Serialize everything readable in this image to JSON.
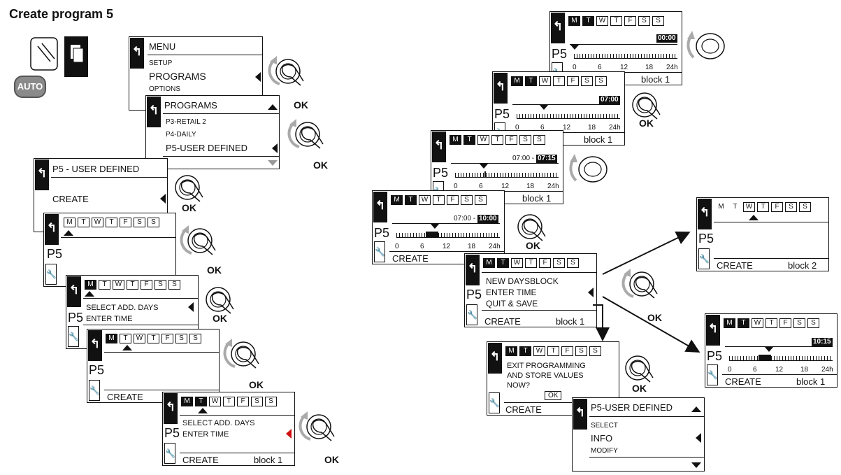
{
  "title": "Create program 5",
  "icons": {
    "auto": "AUTO",
    "back": "↰",
    "wrench": "🔧",
    "touch": "finger-touch-icon",
    "rotate": "rotary-knob-icon"
  },
  "colors": {
    "accent": "#d01010",
    "ink": "#111111",
    "grey": "#999999"
  },
  "week": {
    "mon": "M",
    "tue": "T",
    "wed": "W",
    "thu": "T",
    "fri": "F",
    "sat": "S",
    "sun": "S"
  },
  "scale": {
    "s0": "0",
    "s6": "6",
    "s12": "12",
    "s18": "18",
    "s24": "24h"
  },
  "common": {
    "ok": "OK",
    "p5": "P5",
    "create": "CREATE",
    "block1": "block 1",
    "block2": "block 2"
  },
  "menu": {
    "title": "MENU",
    "setup": "SETUP",
    "programs": "PROGRAMS",
    "options": "OPTIONS"
  },
  "programs": {
    "title": "PROGRAMS",
    "p3": "P3-RETAIL 2",
    "p4": "P4-DAILY",
    "p5": "P5-USER DEFINED"
  },
  "p5screen": {
    "title": "P5 - USER DEFINED",
    "create": "CREATE"
  },
  "select": {
    "add_days": "SELECT ADD. DAYS",
    "enter_time": "ENTER TIME"
  },
  "times": {
    "t0000": "00:00",
    "t0700": "07:00",
    "t0715": "07:15",
    "t0700a": "07:00 -",
    "t1000": "10:00",
    "t1015": "10:15"
  },
  "options": {
    "new_daysblock": "NEW DAYSBLOCK",
    "enter_time": "ENTER TIME",
    "quit_save": "QUIT & SAVE"
  },
  "exit": {
    "line1": "EXIT PROGRAMMING",
    "line2": "AND STORE VALUES",
    "line3": "NOW?",
    "ok": "OK"
  },
  "final": {
    "title": "P5-USER DEFINED",
    "select": "SELECT",
    "info": "INFO",
    "modify": "MODIFY"
  }
}
